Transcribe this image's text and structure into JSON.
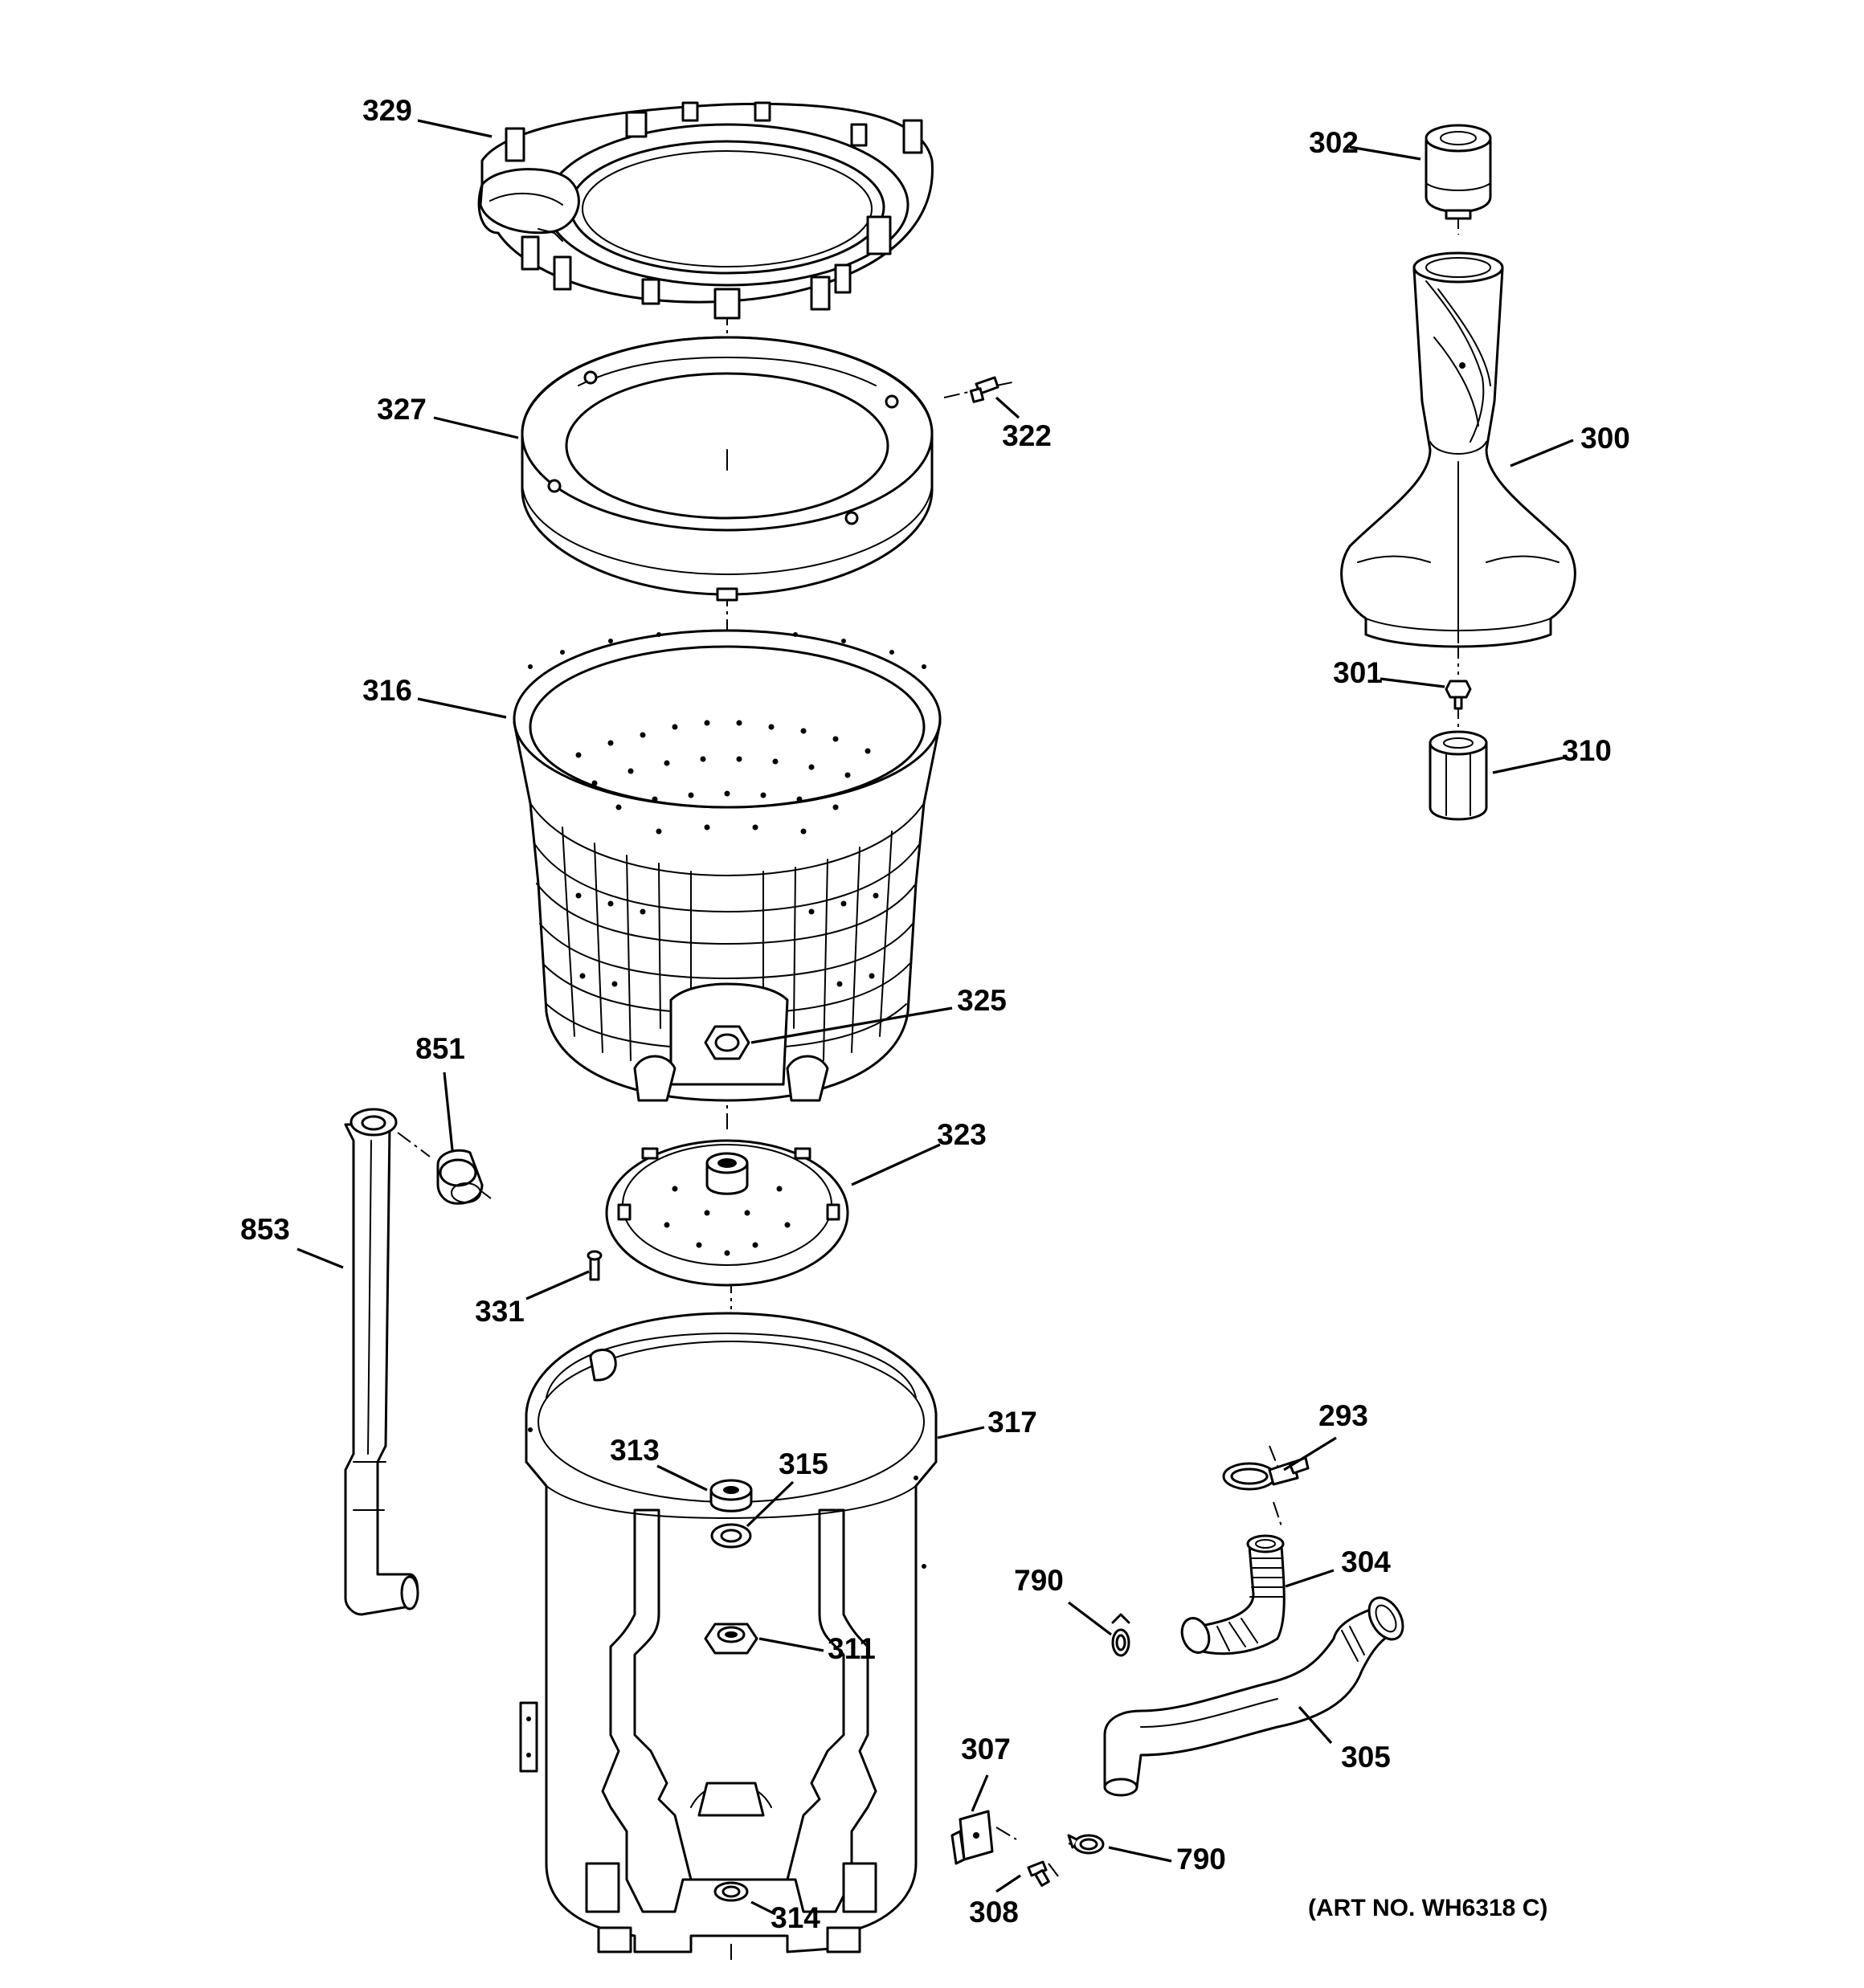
{
  "diagram": {
    "art_number": "(ART NO. WH6318 C)",
    "callouts": [
      "329",
      "327",
      "322",
      "316",
      "325",
      "851",
      "853",
      "323",
      "331",
      "317",
      "313",
      "315",
      "311",
      "302",
      "300",
      "301",
      "310",
      "293",
      "304",
      "790",
      "305",
      "307",
      "308",
      "314",
      "790"
    ],
    "parts": [
      {
        "id": "p329",
        "name": "tub-cover-329",
        "callout": "329"
      },
      {
        "id": "p327",
        "name": "balance-ring-327",
        "callout": "327"
      },
      {
        "id": "p322",
        "name": "screw-322",
        "callout": "322"
      },
      {
        "id": "p316",
        "name": "wash-basket-316",
        "callout": "316"
      },
      {
        "id": "p325",
        "name": "spanner-nut-325",
        "callout": "325"
      },
      {
        "id": "p851",
        "name": "plug-851",
        "callout": "851"
      },
      {
        "id": "p853",
        "name": "tube-853",
        "callout": "853"
      },
      {
        "id": "p323",
        "name": "basket-hub-plate-323",
        "callout": "323"
      },
      {
        "id": "p331",
        "name": "screw-331",
        "callout": "331"
      },
      {
        "id": "p317",
        "name": "outer-tub-317",
        "callout": "317"
      },
      {
        "id": "p313",
        "name": "nut-313",
        "callout": "313"
      },
      {
        "id": "p315",
        "name": "washer-315",
        "callout": "315"
      },
      {
        "id": "p311",
        "name": "nut-311",
        "callout": "311"
      },
      {
        "id": "p302",
        "name": "agitator-cap-302",
        "callout": "302"
      },
      {
        "id": "p300",
        "name": "agitator-300",
        "callout": "300"
      },
      {
        "id": "p301",
        "name": "bolt-301",
        "callout": "301"
      },
      {
        "id": "p310",
        "name": "coupling-310",
        "callout": "310"
      },
      {
        "id": "p293",
        "name": "hose-clamp-293",
        "callout": "293"
      },
      {
        "id": "p304",
        "name": "elbow-hose-304",
        "callout": "304"
      },
      {
        "id": "p790a",
        "name": "clamp-790-upper",
        "callout": "790"
      },
      {
        "id": "p305",
        "name": "drain-hose-305",
        "callout": "305"
      },
      {
        "id": "p307",
        "name": "bracket-307",
        "callout": "307"
      },
      {
        "id": "p308",
        "name": "screw-308",
        "callout": "308"
      },
      {
        "id": "p314",
        "name": "seal-314",
        "callout": "314"
      },
      {
        "id": "p790b",
        "name": "clamp-790-lower",
        "callout": "790"
      }
    ]
  }
}
